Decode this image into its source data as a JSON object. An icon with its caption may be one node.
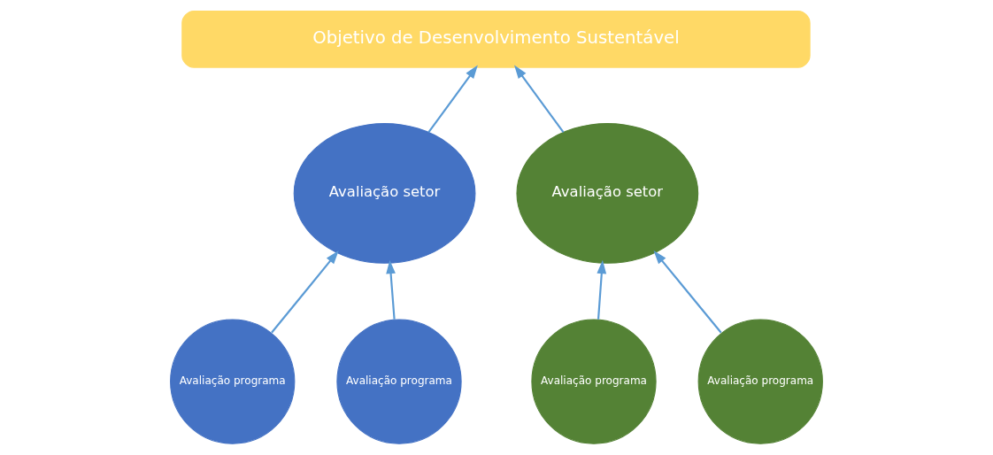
{
  "diagram": {
    "nodes": [
      {
        "text": [
          "Objetivo de Desenvolvimento Sustentável"
        ]
      },
      {
        "text": [
          "Avaliação setor"
        ]
      },
      {
        "text": [
          "Avaliação programa"
        ]
      },
      {
        "text": [
          "Avaliação programa"
        ]
      },
      {
        "text": [
          "Avaliação setor"
        ]
      },
      {
        "text": [
          "Avaliação programa"
        ]
      },
      {
        "text": [
          "Avaliação programa"
        ]
      }
    ],
    "edges": [
      {
        "from": 1,
        "to": 0,
        "arrow": "to"
      },
      {
        "from": 2,
        "to": 1,
        "arrow": "to"
      },
      {
        "from": 3,
        "to": 1,
        "arrow": "to"
      },
      {
        "from": 4,
        "to": 0,
        "arrow": "to"
      },
      {
        "from": 5,
        "to": 4,
        "arrow": "to"
      },
      {
        "from": 6,
        "to": 4,
        "arrow": "to"
      }
    ]
  }
}
